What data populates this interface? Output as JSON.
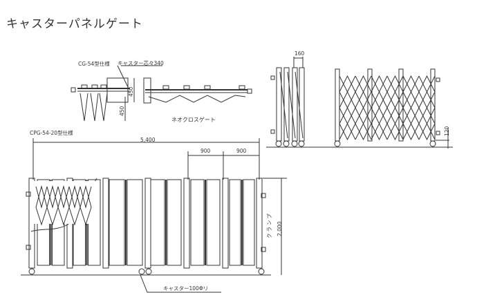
{
  "title": "キャスターパネルゲート",
  "plan_view": {
    "model_label": "CG-54型仕様",
    "caster_pitch_label": "キャスター芯々340",
    "dim_a": "450",
    "dim_b": "450",
    "gate_name": "ネオクロスゲート"
  },
  "side_view": {
    "dim_width": "160",
    "dim_height": "120"
  },
  "front_view": {
    "model_label": "CPG-54-20型仕様",
    "total_width": "5,400",
    "panel_width_1": "900",
    "panel_width_2": "900",
    "height": "2,000",
    "clamp_label": "クランプ",
    "caster_label": "キャスター100Φリ"
  }
}
